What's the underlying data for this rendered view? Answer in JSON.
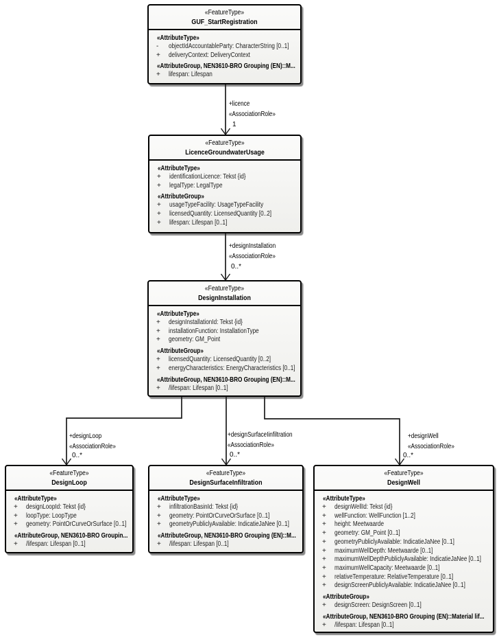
{
  "diagram": {
    "style": {
      "box_border": "#000000",
      "box_fill_top": "#fbfbfa",
      "box_fill_bottom": "#efefec",
      "shadow": "#8c8c8c",
      "connector_line": "#1a1a1a",
      "attribute_text": "#1c1c1c",
      "background": "#ffffff"
    },
    "classes": [
      {
        "stereotype": "«FeatureType»",
        "name": "GUF_StartRegistration",
        "sections": [
          {
            "header": "«AttributeType»",
            "rows": [
              {
                "prefix": "-",
                "text": "objectIdAccountableParty: CharacterString [0..1]"
              },
              {
                "prefix": "+",
                "text": "deliveryContext: DeliveryContext"
              }
            ]
          },
          {
            "header": "«AttributeGroup, NEN3610-BRO Grouping (EN)::M...",
            "rows": [
              {
                "prefix": "+",
                "text": "lifespan: Lifespan"
              }
            ]
          }
        ]
      },
      {
        "stereotype": "«FeatureType»",
        "name": "LicenceGroundwaterUsage",
        "sections": [
          {
            "header": "«AttributeType»",
            "rows": [
              {
                "prefix": "+",
                "text": "identificationLicence: Tekst {id}"
              },
              {
                "prefix": "+",
                "text": "legalType: LegalType"
              }
            ]
          },
          {
            "header": "«AttributeGroup»",
            "rows": [
              {
                "prefix": "+",
                "text": "usageTypeFacility: UsageTypeFacility"
              },
              {
                "prefix": "+",
                "text": "licensedQuantity: LicensedQuantity [0..2]"
              },
              {
                "prefix": "+",
                "text": "lifespan: Lifespan [0..1]"
              }
            ]
          }
        ]
      },
      {
        "stereotype": "«FeatureType»",
        "name": "DesignInstallation",
        "sections": [
          {
            "header": "«AttributeType»",
            "rows": [
              {
                "prefix": "+",
                "text": "designInstallationId: Tekst {id}"
              },
              {
                "prefix": "+",
                "text": "installationFunction: InstallationType"
              },
              {
                "prefix": "+",
                "text": "geometry: GM_Point"
              }
            ]
          },
          {
            "header": "«AttributeGroup»",
            "rows": [
              {
                "prefix": "+",
                "text": "licensedQuantity: LicensedQuantity [0..2]"
              },
              {
                "prefix": "+",
                "text": "energyCharacteristics: EnergyCharacteristics [0..1]"
              }
            ]
          },
          {
            "header": "«AttributeGroup, NEN3610-BRO Grouping (EN)::M...",
            "rows": [
              {
                "prefix": "+",
                "text": "/lifespan: Lifespan [0..1]"
              }
            ]
          }
        ]
      },
      {
        "stereotype": "«FeatureType»",
        "name": "DesignLoop",
        "sections": [
          {
            "header": "«AttributeType»",
            "rows": [
              {
                "prefix": "+",
                "text": "designLoopId: Tekst {id}"
              },
              {
                "prefix": "+",
                "text": "loopType: LoopType"
              },
              {
                "prefix": "+",
                "text": "geometry: PointOrCurveOrSurface [0..1]"
              }
            ]
          },
          {
            "header": "«AttributeGroup, NEN3610-BRO Groupin...",
            "rows": [
              {
                "prefix": "+",
                "text": "/lifespan: Lifespan [0..1]"
              }
            ]
          }
        ]
      },
      {
        "stereotype": "«FeatureType»",
        "name": "DesignSurfaceInfiltration",
        "sections": [
          {
            "header": "«AttributeType»",
            "rows": [
              {
                "prefix": "+",
                "text": "infiltrationBasinId: Tekst {id}"
              },
              {
                "prefix": "+",
                "text": "geometry: PointOrCurveOrSurface [0..1]"
              },
              {
                "prefix": "+",
                "text": "geometryPubliclyAvailable: IndicatieJaNee [0..1]"
              }
            ]
          },
          {
            "header": "«AttributeGroup, NEN3610-BRO Grouping (EN)::M...",
            "rows": [
              {
                "prefix": "+",
                "text": "/lifespan: Lifespan [0..1]"
              }
            ]
          }
        ]
      },
      {
        "stereotype": "«FeatureType»",
        "name": "DesignWell",
        "sections": [
          {
            "header": "«AttributeType»",
            "rows": [
              {
                "prefix": "+",
                "text": "designWellId: Tekst {id}"
              },
              {
                "prefix": "+",
                "text": "wellFunction: WellFunction [1..2]"
              },
              {
                "prefix": "+",
                "text": "height: Meetwaarde"
              },
              {
                "prefix": "+",
                "text": "geometry: GM_Point [0..1]"
              },
              {
                "prefix": "+",
                "text": "geometryPubliclyAvailable: IndicatieJaNee [0..1]"
              },
              {
                "prefix": "+",
                "text": "maximumWellDepth: Meetwaarde [0..1]"
              },
              {
                "prefix": "+",
                "text": "maximumWellDepthPubliclyAvailable: IndicatieJaNee [0..1]"
              },
              {
                "prefix": "+",
                "text": "maximumWellCapacity: Meetwaarde [0..1]"
              },
              {
                "prefix": "+",
                "text": "relativeTemperature: RelativeTemperature [0..1]"
              },
              {
                "prefix": "+",
                "text": "designScreenPubliclyAvailable: IndicatieJaNee [0..1]"
              }
            ]
          },
          {
            "header": "«AttributeGroup»",
            "rows": [
              {
                "prefix": "+",
                "text": "designScreen: DesignScreen [0..1]"
              }
            ]
          },
          {
            "header": "«AttributeGroup, NEN3610-BRO Grouping (EN)::Material lif...",
            "rows": [
              {
                "prefix": "+",
                "text": "/lifespan: Lifespan [0..1]"
              }
            ]
          }
        ]
      }
    ],
    "connectors": [
      {
        "role": "+licence",
        "stereotype": "«AssociationRole»",
        "multiplicity": "1"
      },
      {
        "role": "+designInstallation",
        "stereotype": "«AssociationRole»",
        "multiplicity": "0..*"
      },
      {
        "role": "+designLoop",
        "stereotype": "«AssociationRole»",
        "multiplicity": "0..*"
      },
      {
        "role": "+designSurfaceIinfiltration",
        "stereotype": "«AssociationRole»",
        "multiplicity": "0..*"
      },
      {
        "role": "+designWell",
        "stereotype": "«AssociationRole»",
        "multiplicity": "0..*"
      }
    ]
  }
}
